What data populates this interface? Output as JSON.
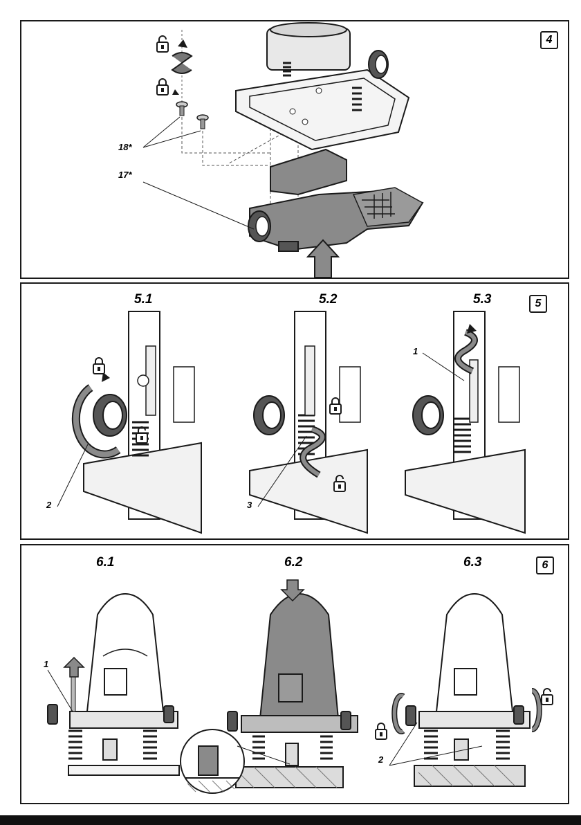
{
  "figures": {
    "fig4": {
      "number": "4",
      "labels": {
        "part18": "18*",
        "part17": "17*"
      }
    },
    "fig5": {
      "number": "5",
      "steps": [
        {
          "title": "5.1",
          "part": "2"
        },
        {
          "title": "5.2",
          "part": "3"
        },
        {
          "title": "5.3",
          "part": "1"
        }
      ]
    },
    "fig6": {
      "number": "6",
      "steps": [
        {
          "title": "6.1",
          "part": "1"
        },
        {
          "title": "6.2"
        },
        {
          "title": "6.3",
          "part": "2"
        }
      ]
    }
  },
  "icons": [
    "lock-icon",
    "unlock-icon",
    "rotation-arrow-icon",
    "push-arrow-icon"
  ],
  "colors": {
    "line": "#1a1a1a",
    "shade": "#8a8a8a",
    "light": "#d6d6d6"
  }
}
